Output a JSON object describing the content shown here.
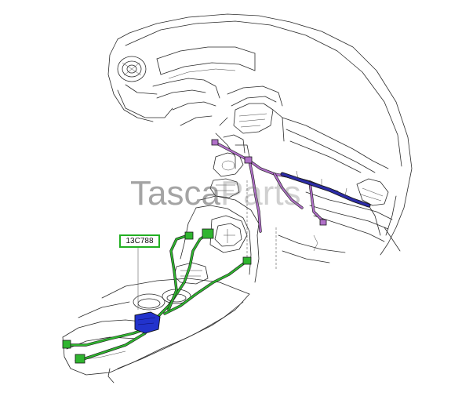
{
  "diagram": {
    "callout": {
      "label": "13C788"
    },
    "watermark": {
      "part1": "Tasca",
      "part2": "Parts"
    },
    "colors": {
      "main_harness": "#2fb52f",
      "module": "#2233cc",
      "upper_harness": "#b070c8",
      "dash_bar": "#2c2ca8",
      "callout_border": "#22b022"
    }
  }
}
